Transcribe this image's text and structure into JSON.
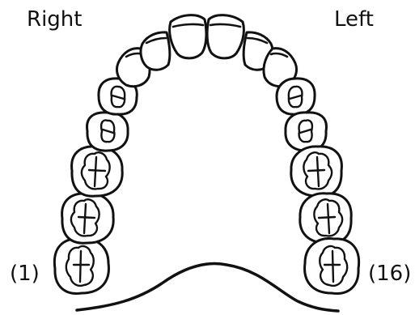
{
  "labels": {
    "right": "Right",
    "left": "Left",
    "first_tooth": "(1)",
    "last_tooth": "(16)"
  },
  "colors": {
    "stroke": "#111111",
    "background": "#ffffff"
  }
}
